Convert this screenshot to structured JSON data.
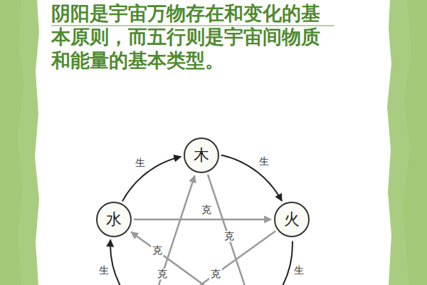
{
  "diagram": {
    "title": "阴阳是宇宙万物存在和变化的基本原则，而五行则是宇宙间物质和能量的基本类型。",
    "nodes": [
      {
        "text": [
          "木"
        ]
      },
      {
        "text": [
          "水"
        ]
      },
      {
        "text": [
          "火"
        ]
      }
    ],
    "edges": [
      {
        "from": 1,
        "to": 0,
        "arrow": "to",
        "label": "生"
      },
      {
        "from": 0,
        "to": 2,
        "arrow": "to",
        "label": "生"
      },
      {
        "from": 1,
        "to": 2,
        "arrow": "to",
        "label": "克"
      }
    ],
    "labels": [
      "生",
      "生",
      "克",
      "克",
      "克",
      "克"
    ]
  }
}
